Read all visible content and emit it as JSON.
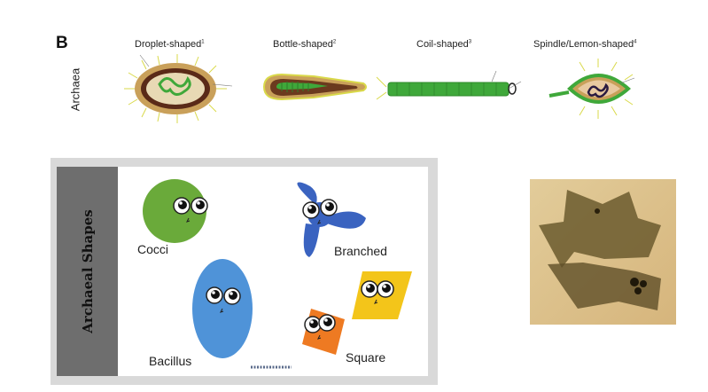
{
  "panel": {
    "letter": "B",
    "side_label": "Archaea",
    "shapes": [
      {
        "label": "Droplet-shaped",
        "ref": "1"
      },
      {
        "label": "Bottle-shaped",
        "ref": "2"
      },
      {
        "label": "Coil-shaped",
        "ref": "3"
      },
      {
        "label": "Spindle/Lemon-shaped",
        "ref": "4"
      }
    ]
  },
  "archaeal_shapes": {
    "title": "Archaeal Shapes",
    "items": {
      "cocci": "Cocci",
      "branched": "Branched",
      "bacillus": "Bacillus",
      "square": "Square"
    }
  },
  "colors": {
    "cocci": "#6aaa3a",
    "branched": "#3a63c0",
    "bacillus": "#4f93d8",
    "square_yellow": "#f3c51a",
    "square_orange": "#ee7a22",
    "coil": "#3fa83a",
    "sidebar": "#6e6e6e"
  }
}
